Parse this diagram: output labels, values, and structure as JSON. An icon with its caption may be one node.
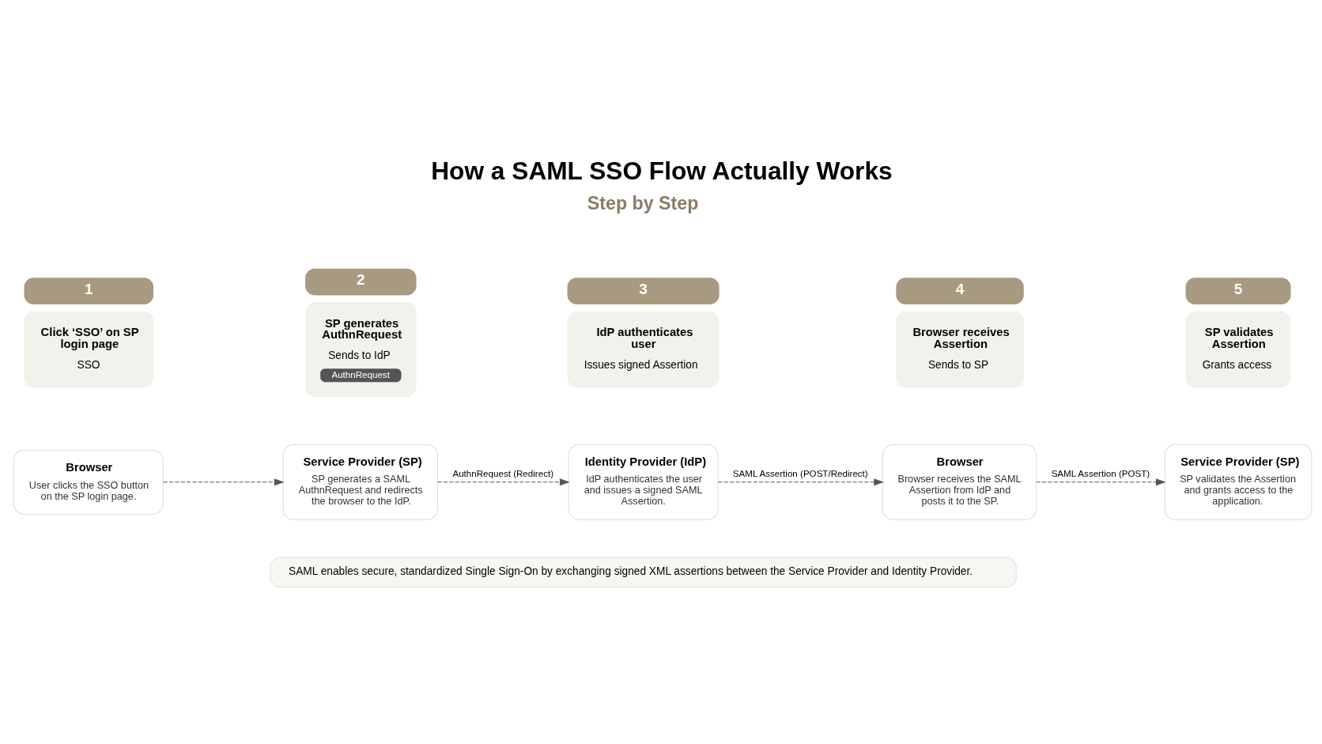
{
  "diagram": {
    "title": "How a SAML SSO Flow Actually Works",
    "nodes": [
      {
        "text": [
          "Click ‘SSO’ on SP login page",
          "SSO"
        ],
        "beside": [
          "1"
        ]
      },
      {
        "text": [
          "SP generates AuthnRequest",
          "Sends to IdP",
          "AuthnRequest"
        ],
        "beside": [
          "2"
        ]
      },
      {
        "text": [
          "IdP authenticates user",
          "Issues signed Assertion"
        ],
        "beside": [
          "3"
        ]
      },
      {
        "text": [
          "Browser receives Assertion",
          "Sends to SP"
        ],
        "beside": [
          "4"
        ]
      },
      {
        "text": [
          "SP validates Assertion",
          "Grants access"
        ],
        "beside": [
          "5"
        ]
      },
      {
        "text": [
          "Browser",
          "User clicks the SSO button on the SP login page."
        ]
      },
      {
        "text": [
          "Service Provider (SP)",
          "SP generates a SAML AuthnRequest and redirects the browser to the IdP."
        ]
      },
      {
        "text": [
          "Identity Provider (IdP)",
          "IdP authenticates the user and issues a signed SAML Assertion."
        ]
      },
      {
        "text": [
          "Browser",
          "Browser receives the SAML Assertion from IdP and posts it to the SP."
        ]
      },
      {
        "text": [
          "Service Provider (SP)",
          "SP validates the Assertion and grants access to the application."
        ]
      }
    ],
    "edges": [
      {
        "from": 5,
        "to": 6,
        "arrow": "to",
        "style": "dashed"
      },
      {
        "from": 6,
        "to": 7,
        "arrow": "to",
        "style": "dashed",
        "label": "AuthnRequest (Redirect)"
      },
      {
        "from": 7,
        "to": 8,
        "arrow": "to",
        "style": "dashed",
        "label": "SAML Assertion (POST/Redirect)"
      },
      {
        "from": 8,
        "to": 9,
        "arrow": "to",
        "style": "dashed",
        "label": "SAML Assertion (POST)"
      }
    ],
    "labels": [
      "Step by Step",
      "SAML enables secure, standardized Single Sign-On by exchanging signed XML assertions between the Service Provider and Identity Provider."
    ]
  }
}
